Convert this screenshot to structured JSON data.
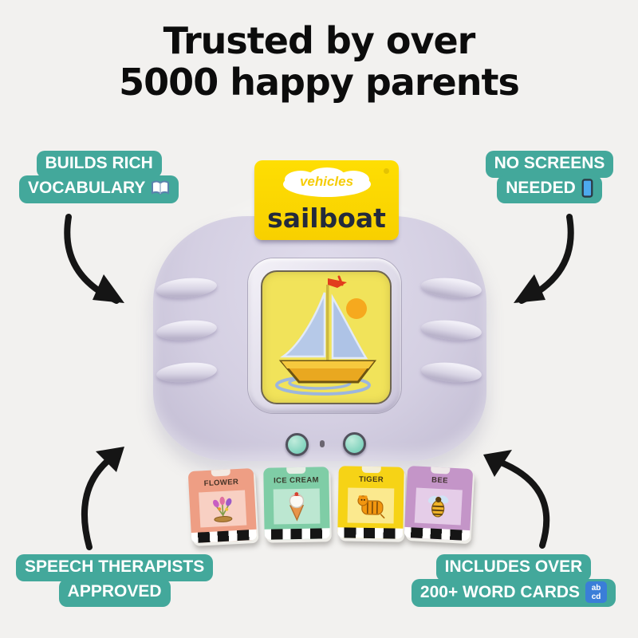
{
  "title": {
    "line1": "Trusted by over",
    "line2": "5000 happy parents"
  },
  "badges": {
    "top_left": {
      "line1": "BUILDS RICH",
      "line2": "VOCABULARY",
      "icon": "open-book-icon"
    },
    "top_right": {
      "line1": "NO SCREENS",
      "line2": "NEEDED",
      "icon": "smartphone-icon"
    },
    "bottom_left": {
      "line1": "SPEECH THERAPISTS",
      "line2": "APPROVED"
    },
    "bottom_right": {
      "line1": "INCLUDES OVER",
      "line2": "200+ WORD CARDS",
      "icon": "abcd-letters-icon",
      "icon_text_top": "ab",
      "icon_text_bottom": "cd"
    }
  },
  "device": {
    "inserted_card": {
      "category": "vehicles",
      "word": "sailboat"
    },
    "screen_illustration": "sailboat with sun, red plane flag and water ripples",
    "buttons": {
      "left": "round-teal-button",
      "right": "round-teal-button"
    }
  },
  "word_cards": [
    {
      "label": "FLOWER",
      "base_color": "#ee9e84",
      "inner_color": "#f8d0c3",
      "illustration": "flower"
    },
    {
      "label": "ICE CREAM",
      "base_color": "#7fcda6",
      "inner_color": "#bce7d1",
      "illustration": "ice-cream"
    },
    {
      "label": "TIGER",
      "base_color": "#f6d316",
      "inner_color": "#fbe98e",
      "illustration": "tiger"
    },
    {
      "label": "BEE",
      "base_color": "#c495c8",
      "inner_color": "#e5cde8",
      "illustration": "bee"
    }
  ],
  "colors": {
    "page_background": "#f2f1ef",
    "badge_teal": "#43a89b",
    "badge_text": "#ffffff",
    "title_text": "#0c0c0c",
    "flash_card_yellow": "#fbd900",
    "screen_yellow": "#f1e35a",
    "device_lavender": "#d4cfe2",
    "word_text_navy": "#232a3c",
    "arrow_black": "#151515",
    "button_teal": "#82d3be",
    "abcd_icon_blue": "#3a7ed8"
  }
}
